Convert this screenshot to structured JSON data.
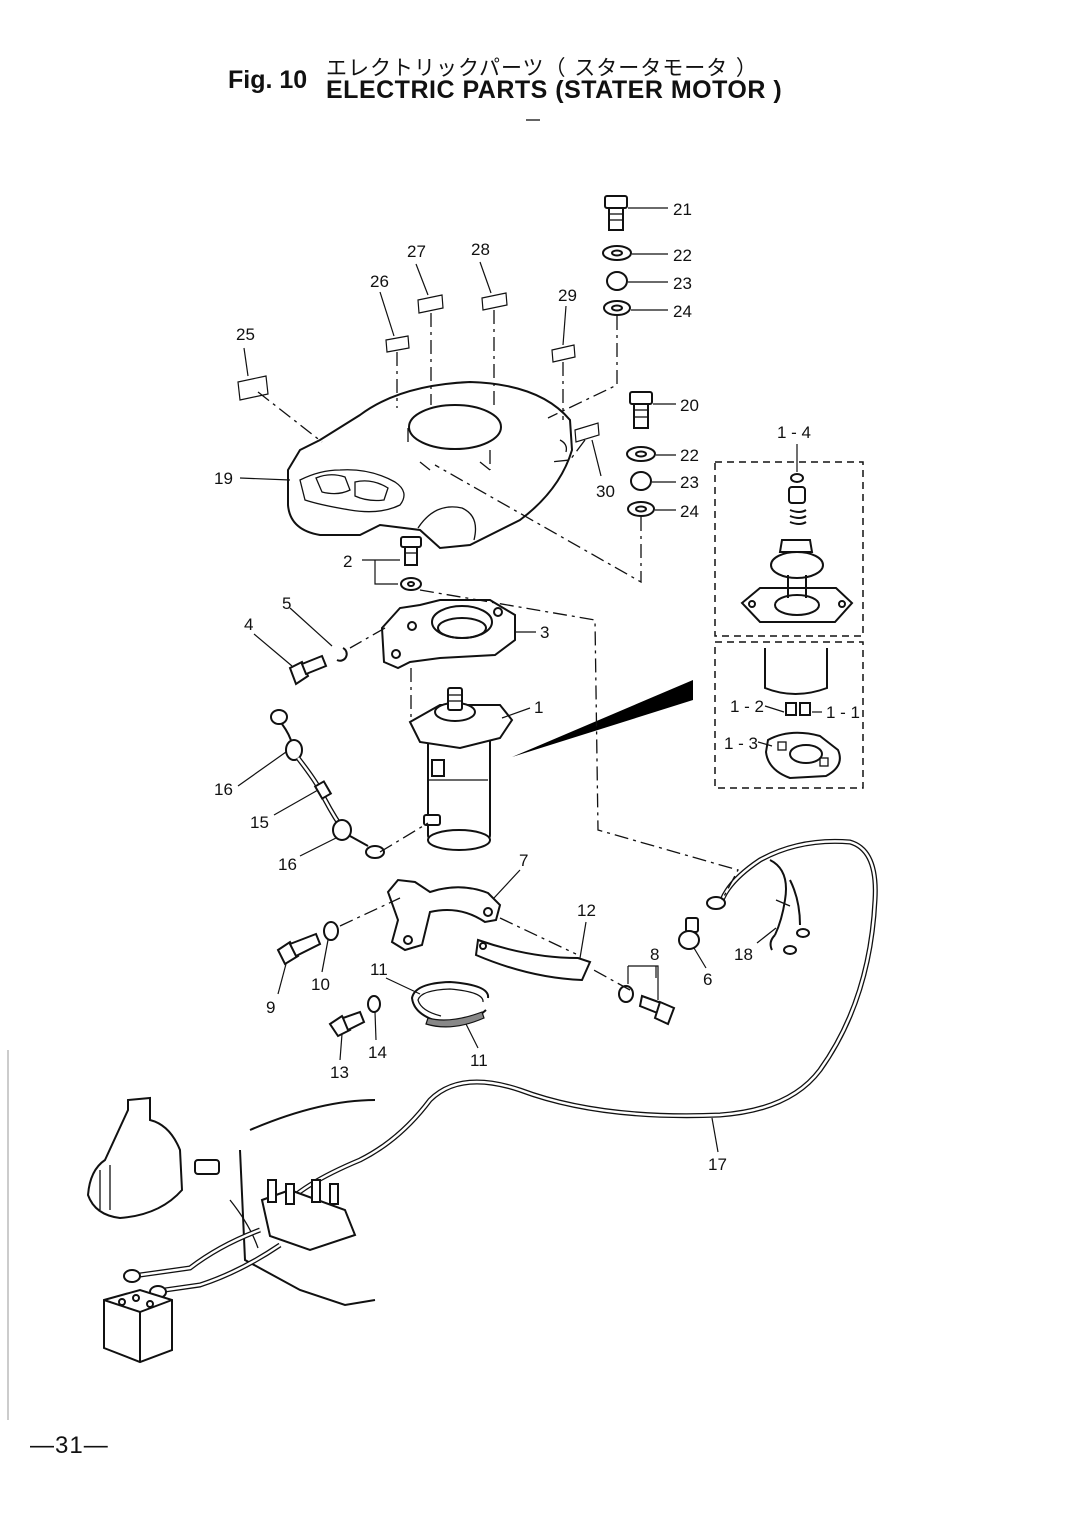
{
  "header": {
    "fig_number": "Fig. 10",
    "title_jp": "エレクトリックパーツ（ スタータモータ ）",
    "title_en": "ELECTRIC PARTS (STATER MOTOR )"
  },
  "callouts": {
    "n1": "1",
    "n2": "2",
    "n3": "3",
    "n4": "4",
    "n5": "5",
    "n6": "6",
    "n7": "7",
    "n8": "8",
    "n9": "9",
    "n10": "10",
    "n11a": "11",
    "n11b": "11",
    "n12": "12",
    "n13": "13",
    "n14": "14",
    "n15": "15",
    "n16a": "16",
    "n16b": "16",
    "n17": "17",
    "n18": "18",
    "n19": "19",
    "n20": "20",
    "n21": "21",
    "n22a": "22",
    "n22b": "22",
    "n23a": "23",
    "n23b": "23",
    "n24a": "24",
    "n24b": "24",
    "n25": "25",
    "n26": "26",
    "n27": "27",
    "n28": "28",
    "n29": "29",
    "n30": "30",
    "n1_1": "1 - 1",
    "n1_2": "1 - 2",
    "n1_3": "1 - 3",
    "n1_4": "1 - 4"
  },
  "footer": {
    "page": "—31—"
  }
}
